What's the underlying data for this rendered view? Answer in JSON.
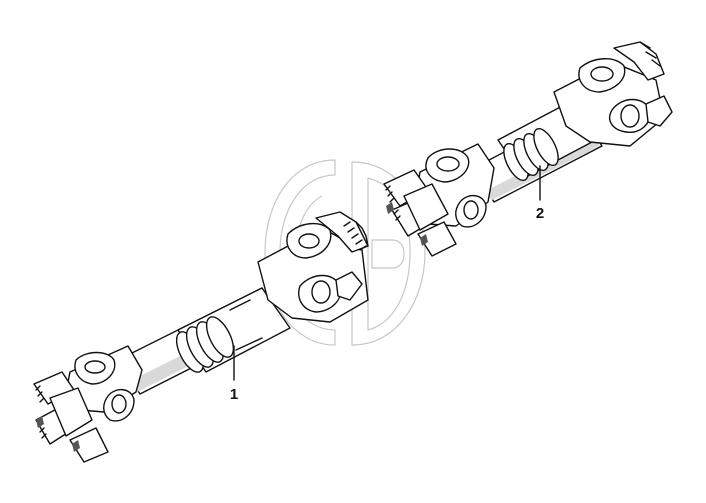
{
  "callouts": [
    {
      "id": "1",
      "label": "1"
    },
    {
      "id": "2",
      "label": "2"
    }
  ],
  "colors": {
    "line": "#111111",
    "shade": "#d9d9d9",
    "watermark": "#c8c8c8",
    "background": "#ffffff"
  },
  "watermark": {
    "icon": "gd-logo-watermark-icon"
  }
}
